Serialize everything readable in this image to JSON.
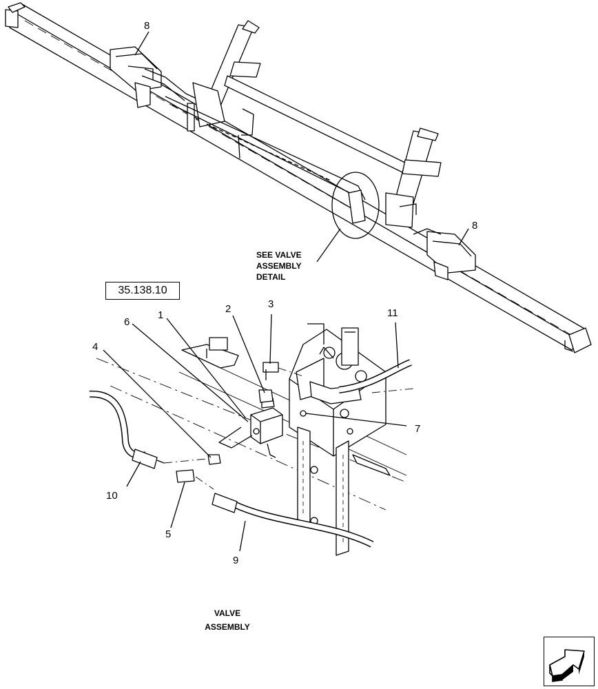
{
  "callouts": {
    "c8_top": "8",
    "c8_right": "8",
    "c1": "1",
    "c2": "2",
    "c3": "3",
    "c4": "4",
    "c5": "5",
    "c6": "6",
    "c7": "7",
    "c9": "9",
    "c10": "10",
    "c11": "11"
  },
  "detail_note": {
    "line1": "SEE VALVE",
    "line2": "ASSEMBLY",
    "line3": "DETAIL"
  },
  "reference_box": "35.138.10",
  "caption": {
    "line1": "VALVE",
    "line2": "ASSEMBLY"
  },
  "nav_icon": "next-page-arrow-icon"
}
